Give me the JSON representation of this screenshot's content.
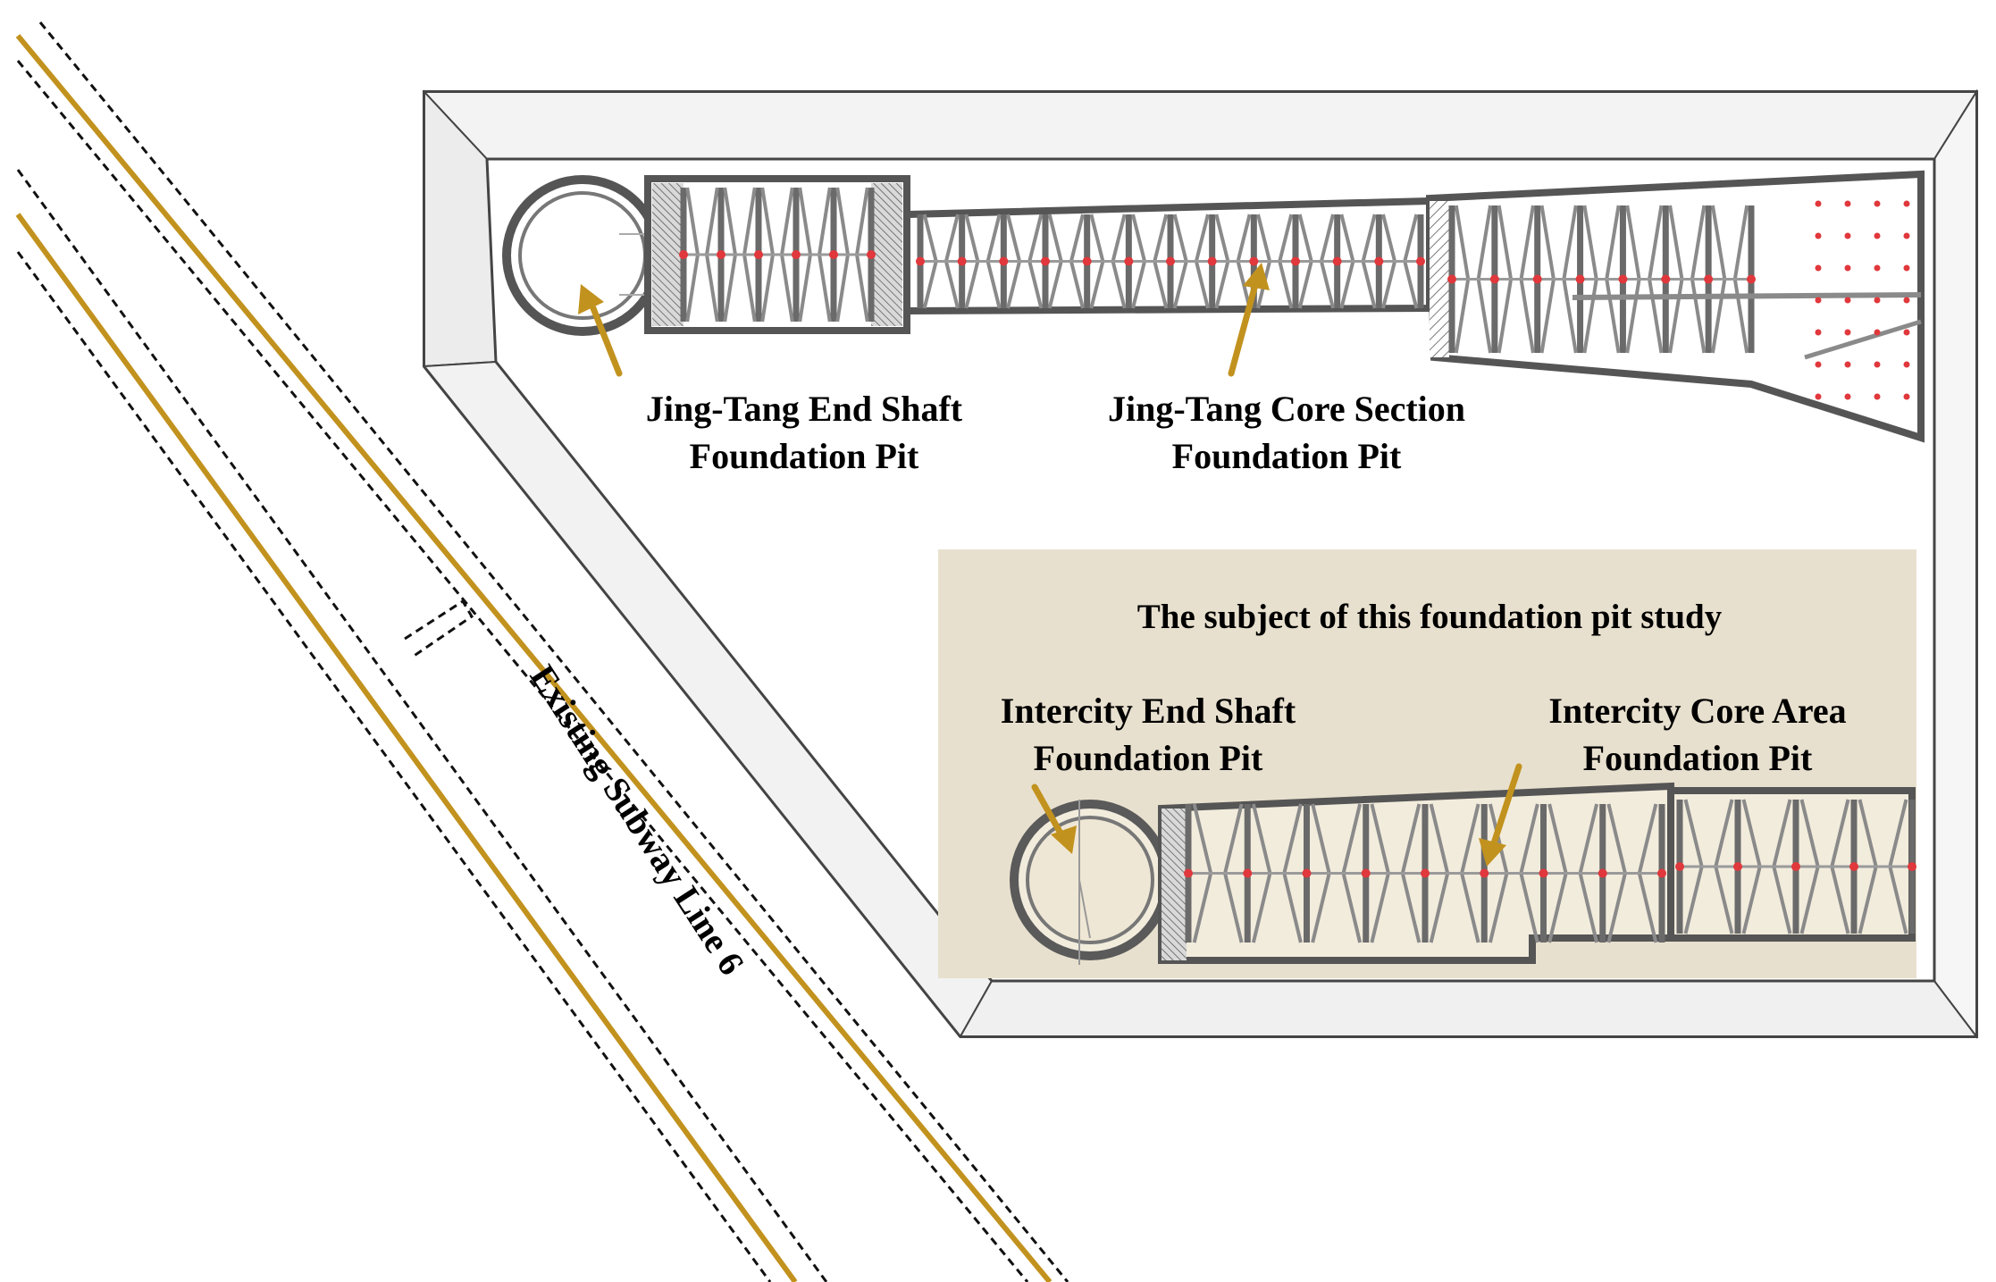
{
  "labels": {
    "jt_end_shaft": [
      "Jing-Tang End Shaft",
      "Foundation Pit"
    ],
    "jt_core": [
      "Jing-Tang Core Section",
      "Foundation Pit"
    ],
    "study_subject": "The subject of this foundation pit study",
    "ic_end_shaft": [
      "Intercity End Shaft",
      "Foundation Pit"
    ],
    "ic_core": [
      "Intercity Core Area",
      "Foundation Pit"
    ],
    "subway": "Existing Subway Line 6"
  },
  "colors": {
    "arrow": "#c2921e",
    "subway_line": "#c2921e",
    "study_panel": "#e8e0ce",
    "wall_strut": "#6a6a6a",
    "monitor_point": "#e0383c"
  }
}
